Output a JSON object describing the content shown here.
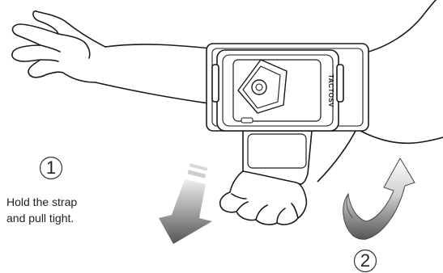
{
  "brand": {
    "logo_text": "TACTOSV"
  },
  "steps": [
    {
      "number": "1",
      "text_line1": "Hold the strap",
      "text_line2": "and pull tight."
    },
    {
      "number": "2"
    }
  ],
  "colors": {
    "line": "#1a1a1a",
    "arrow_gradient_light": "#eeeeee",
    "arrow_gradient_dark": "#555555"
  },
  "icons": [
    "arm-outline",
    "phone-holder",
    "strap",
    "pull-down-arrow",
    "rotate-up-arrow"
  ]
}
